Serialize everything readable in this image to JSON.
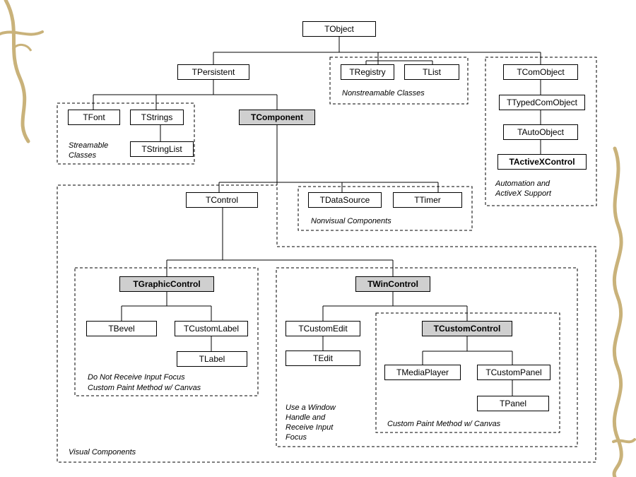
{
  "nodes": {
    "tobject": "TObject",
    "tpersistent": "TPersistent",
    "tregistry": "TRegistry",
    "tlist": "TList",
    "tcomobject": "TComObject",
    "ttypedcomobject": "TTypedComObject",
    "tautoobject": "TAutoObject",
    "tactivexcontrol": "TActiveXControl",
    "tfont": "TFont",
    "tstrings": "TStrings",
    "tstringlist": "TStringList",
    "tcomponent": "TComponent",
    "tcontrol": "TControl",
    "tdatasource": "TDataSource",
    "ttimer": "TTimer",
    "tgraphiccontrol": "TGraphicControl",
    "twincontrol": "TWinControl",
    "tbevel": "TBevel",
    "tcustomlabel": "TCustomLabel",
    "tlabel": "TLabel",
    "tcustomedit": "TCustomEdit",
    "tedit": "TEdit",
    "tcustomcontrol": "TCustomControl",
    "tmediaplayer": "TMediaPlayer",
    "tcustompanel": "TCustomPanel",
    "tpanel": "TPanel"
  },
  "groups": {
    "nonstreamable": "Nonstreamable Classes",
    "streamable_line1": "Streamable",
    "streamable_line2": "Classes",
    "automation_line1": "Automation and",
    "automation_line2": "ActiveX Support",
    "nonvisual": "Nonvisual Components",
    "graphic_line1": "Do Not Receive Input Focus",
    "graphic_line2": "Custom Paint Method w/ Canvas",
    "win_line1": "Use a Window",
    "win_line2": "Handle and",
    "win_line3": "Receive Input",
    "win_line4": "Focus",
    "customcontrol": "Custom Paint Method w/ Canvas",
    "visual": "Visual Components"
  },
  "colors": {
    "key_fill": "#cfcfcf",
    "vine": "#c9b27a"
  }
}
